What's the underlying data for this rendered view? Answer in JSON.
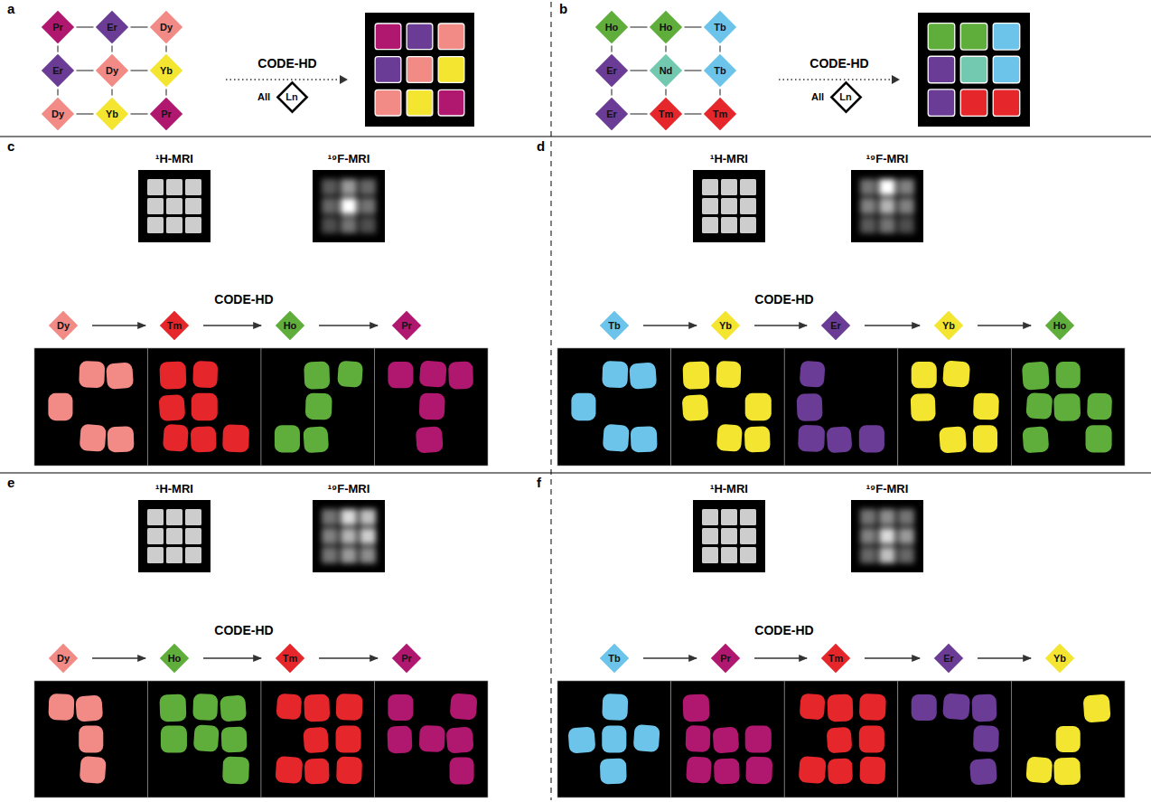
{
  "diagram": {
    "nodes": [
      {
        "text": [
          "Pr"
        ]
      },
      {
        "text": [
          "Er"
        ]
      },
      {
        "text": [
          "Dy"
        ]
      },
      {
        "text": [
          "Er"
        ]
      },
      {
        "text": [
          "Dy"
        ]
      },
      {
        "text": [
          "Yb"
        ]
      },
      {
        "text": [
          "Dy"
        ]
      },
      {
        "text": [
          "Yb"
        ]
      },
      {
        "text": [
          "Pr"
        ]
      },
      {
        "text": [
          "Ln"
        ]
      },
      {
        "text": [
          "Ho"
        ]
      },
      {
        "text": [
          "Ho"
        ]
      },
      {
        "text": [
          "Tb"
        ]
      },
      {
        "text": [
          "Er"
        ]
      },
      {
        "text": [
          "Nd"
        ]
      },
      {
        "text": [
          "Tb"
        ]
      },
      {
        "text": [
          "Er"
        ]
      },
      {
        "text": [
          "Tm"
        ]
      },
      {
        "text": [
          "Tm"
        ]
      },
      {
        "text": [
          "Ln"
        ]
      },
      {
        "text": [
          "Dy"
        ]
      },
      {
        "text": [
          "Tm"
        ]
      },
      {
        "text": [
          "Ho"
        ]
      },
      {
        "text": [
          "Pr"
        ]
      },
      {
        "text": [
          "Tb"
        ]
      },
      {
        "text": [
          "Yb"
        ]
      },
      {
        "text": [
          "Er"
        ]
      },
      {
        "text": [
          "Yb"
        ]
      },
      {
        "text": [
          "Ho"
        ]
      },
      {
        "text": [
          "Dy"
        ]
      },
      {
        "text": [
          "Ho"
        ]
      },
      {
        "text": [
          "Tm"
        ]
      },
      {
        "text": [
          "Pr"
        ]
      },
      {
        "text": [
          "Tb"
        ]
      },
      {
        "text": [
          "Pr"
        ]
      },
      {
        "text": [
          "Tm"
        ]
      },
      {
        "text": [
          "Er"
        ]
      },
      {
        "text": [
          "Yb"
        ]
      }
    ],
    "edges": [
      {
        "from": 0,
        "to": 1,
        "arrow": "none"
      },
      {
        "from": 1,
        "to": 2,
        "arrow": "none"
      },
      {
        "from": 3,
        "to": 4,
        "arrow": "none"
      },
      {
        "from": 4,
        "to": 5,
        "arrow": "none"
      },
      {
        "from": 6,
        "to": 7,
        "arrow": "none"
      },
      {
        "from": 7,
        "to": 8,
        "arrow": "none"
      },
      {
        "from": 0,
        "to": 3,
        "arrow": "none"
      },
      {
        "from": 3,
        "to": 6,
        "arrow": "none"
      },
      {
        "from": 1,
        "to": 4,
        "arrow": "none"
      },
      {
        "from": 4,
        "to": 7,
        "arrow": "none"
      },
      {
        "from": 2,
        "to": 5,
        "arrow": "none"
      },
      {
        "from": 5,
        "to": 8,
        "arrow": "none"
      },
      {
        "from": 10,
        "to": 11,
        "arrow": "none"
      },
      {
        "from": 11,
        "to": 12,
        "arrow": "none"
      },
      {
        "from": 13,
        "to": 14,
        "arrow": "none"
      },
      {
        "from": 14,
        "to": 15,
        "arrow": "none"
      },
      {
        "from": 16,
        "to": 17,
        "arrow": "none"
      },
      {
        "from": 17,
        "to": 18,
        "arrow": "none"
      },
      {
        "from": 10,
        "to": 13,
        "arrow": "none"
      },
      {
        "from": 13,
        "to": 16,
        "arrow": "none"
      },
      {
        "from": 11,
        "to": 14,
        "arrow": "none"
      },
      {
        "from": 14,
        "to": 17,
        "arrow": "none"
      },
      {
        "from": 12,
        "to": 15,
        "arrow": "none"
      },
      {
        "from": 15,
        "to": 18,
        "arrow": "none"
      },
      {
        "from": 20,
        "to": 21,
        "arrow": "to"
      },
      {
        "from": 21,
        "to": 22,
        "arrow": "to"
      },
      {
        "from": 22,
        "to": 23,
        "arrow": "to"
      },
      {
        "from": 24,
        "to": 25,
        "arrow": "to"
      },
      {
        "from": 25,
        "to": 26,
        "arrow": "to"
      },
      {
        "from": 26,
        "to": 27,
        "arrow": "to"
      },
      {
        "from": 27,
        "to": 28,
        "arrow": "to"
      },
      {
        "from": 29,
        "to": 30,
        "arrow": "to"
      },
      {
        "from": 30,
        "to": 31,
        "arrow": "to"
      },
      {
        "from": 31,
        "to": 32,
        "arrow": "to"
      },
      {
        "from": 33,
        "to": 34,
        "arrow": "to"
      },
      {
        "from": 34,
        "to": 35,
        "arrow": "to"
      },
      {
        "from": 35,
        "to": 36,
        "arrow": "to"
      },
      {
        "from": 36,
        "to": 37,
        "arrow": "to"
      }
    ],
    "labels": [
      "a",
      "CODE-HD",
      "All",
      "b",
      "CODE-HD",
      "All",
      "c",
      "¹H-MRI",
      "¹⁹F-MRI",
      "CODE-HD",
      "d",
      "¹H-MRI",
      "¹⁹F-MRI",
      "CODE-HD",
      "e",
      "¹H-MRI",
      "¹⁹F-MRI",
      "CODE-HD",
      "f",
      "¹H-MRI",
      "¹⁹F-MRI",
      "CODE-HD"
    ]
  }
}
